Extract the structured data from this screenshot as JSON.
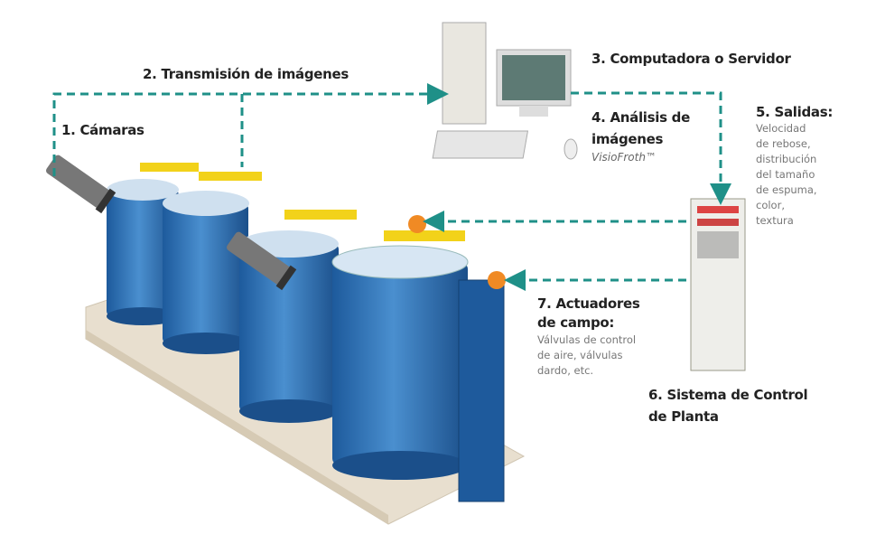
{
  "colors": {
    "flow": "#1f9088",
    "tank": "#2f6fb0",
    "lid": "#f2d21a",
    "base": "#e6dccb",
    "valve": "#f08a24"
  },
  "labels": {
    "cameras": "1. Cámaras",
    "transmission": "2. Transmisión de imágenes",
    "computer": "3. Computadora o Servidor",
    "analysis_line1": "4. Análisis de",
    "analysis_line2": "imágenes",
    "analysis_product": "VisioFroth™",
    "outputs_title": "5. Salidas:",
    "outputs_lines": [
      "Velocidad",
      "de rebose,",
      "distribución",
      "del tamaño",
      "de espuma,",
      "color,",
      "textura"
    ],
    "control_line1": "6. Sistema de Control",
    "control_line2": "de Planta",
    "actuators_line1": "7. Actuadores",
    "actuators_line2": "de campo:",
    "actuators_lines": [
      "Válvulas de control",
      "de aire, válvulas",
      "dardo, etc."
    ]
  }
}
